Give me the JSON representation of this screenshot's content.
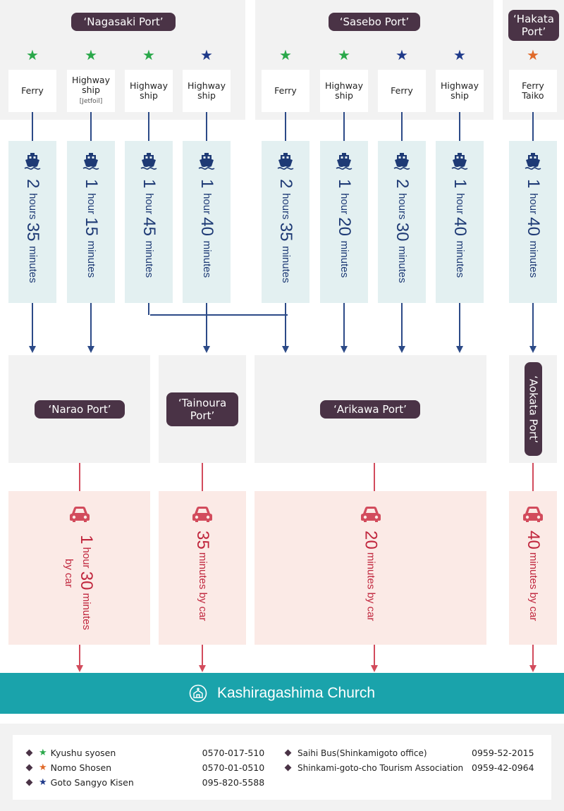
{
  "ports_top": {
    "nagasaki": "‘Nagasaki Port’",
    "sasebo": "‘Sasebo Port’",
    "hakata": "‘Hakata Port’"
  },
  "colors": {
    "green_star": "#2aa84a",
    "orange_star": "#e06a2a",
    "navy_star": "#1f3a8a",
    "ship_text": "#1e3a75",
    "car_text": "#c0263d",
    "footer": "#1aa3ab",
    "port_label": "#4a3346"
  },
  "routes": [
    {
      "type": "Ferry",
      "type_sub": "",
      "star": "green",
      "duration_num1": "2",
      "duration_unit1": "hours",
      "duration_num2": "35",
      "duration_unit2": "minutes"
    },
    {
      "type": "Highway ship",
      "type_sub": "[Jetfoil]",
      "star": "green",
      "duration_num1": "1",
      "duration_unit1": "hour",
      "duration_num2": "15",
      "duration_unit2": "minutes"
    },
    {
      "type": "Highway ship",
      "type_sub": "",
      "star": "green",
      "duration_num1": "1",
      "duration_unit1": "hour",
      "duration_num2": "45",
      "duration_unit2": "minutes"
    },
    {
      "type": "Highway ship",
      "type_sub": "",
      "star": "navy",
      "duration_num1": "1",
      "duration_unit1": "hour",
      "duration_num2": "40",
      "duration_unit2": "minutes"
    },
    {
      "type": "Ferry",
      "type_sub": "",
      "star": "green",
      "duration_num1": "2",
      "duration_unit1": "hours",
      "duration_num2": "35",
      "duration_unit2": "minutes"
    },
    {
      "type": "Highway ship",
      "type_sub": "",
      "star": "green",
      "duration_num1": "1",
      "duration_unit1": "hour",
      "duration_num2": "20",
      "duration_unit2": "minutes"
    },
    {
      "type": "Ferry",
      "type_sub": "",
      "star": "navy",
      "duration_num1": "2",
      "duration_unit1": "hours",
      "duration_num2": "30",
      "duration_unit2": "minutes"
    },
    {
      "type": "Highway ship",
      "type_sub": "",
      "star": "navy",
      "duration_num1": "1",
      "duration_unit1": "hour",
      "duration_num2": "40",
      "duration_unit2": "minutes"
    },
    {
      "type": "Ferry Taiko",
      "type_sub": "",
      "star": "orange",
      "duration_num1": "1",
      "duration_unit1": "hour",
      "duration_num2": "40",
      "duration_unit2": "minutes"
    }
  ],
  "ports_mid": {
    "narao": "‘Narao Port’",
    "tainoura": "‘Tainoura Port’",
    "arikawa": "‘Arikawa Port’",
    "aokata": "‘Aokata Port’"
  },
  "car": {
    "narao_num": "1",
    "narao_t1": "hour",
    "narao_num2": "30",
    "narao_t2": "minutes",
    "narao_t3": "by car",
    "tainoura_num": "35",
    "tainoura_t": "minutes by car",
    "arikawa_num": "20",
    "arikawa_t": "minutes by car",
    "aokata_num": "40",
    "aokata_t": "minutes by car"
  },
  "destination": "Kashiragashima Church",
  "legend": {
    "left": [
      {
        "star": "green",
        "name": "Kyushu syosen",
        "phone": "0570-017-510"
      },
      {
        "star": "orange",
        "name": "Nomo Shosen",
        "phone": "0570-01-0510"
      },
      {
        "star": "navy",
        "name": "Goto Sangyo Kisen",
        "phone": "095-820-5588"
      }
    ],
    "right": [
      {
        "name": "Saihi Bus(Shinkamigoto office)",
        "phone": "0959-52-2015"
      },
      {
        "name": "Shinkami-goto-cho Tourism Association",
        "phone": "0959-42-0964"
      }
    ]
  }
}
